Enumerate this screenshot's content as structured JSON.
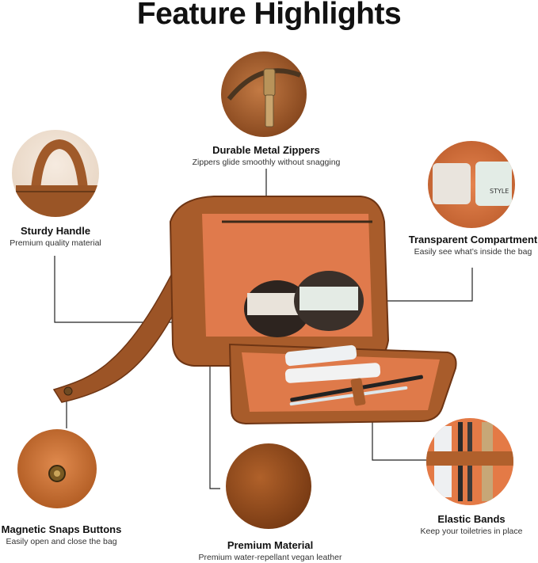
{
  "title": "Feature Highlights",
  "features": [
    {
      "name": "Durable Metal Zippers",
      "desc": "Zippers glide smoothly without snagging"
    },
    {
      "name": "Sturdy Handle",
      "desc": "Premium quality material"
    },
    {
      "name": "Transparent Compartment",
      "desc": "Easily see what’s inside the bag"
    },
    {
      "name": "Magnetic Snaps Buttons",
      "desc": "Easily open and close the bag"
    },
    {
      "name": "Premium Material",
      "desc": "Premium water-repellant vegan leather"
    },
    {
      "name": "Elastic Bands",
      "desc": "Keep your toiletries in place"
    }
  ],
  "colors": {
    "leather": "#b5652e",
    "leather_dark": "#7a3d18",
    "lining": "#e07a4c",
    "callout_line": "#222222"
  }
}
